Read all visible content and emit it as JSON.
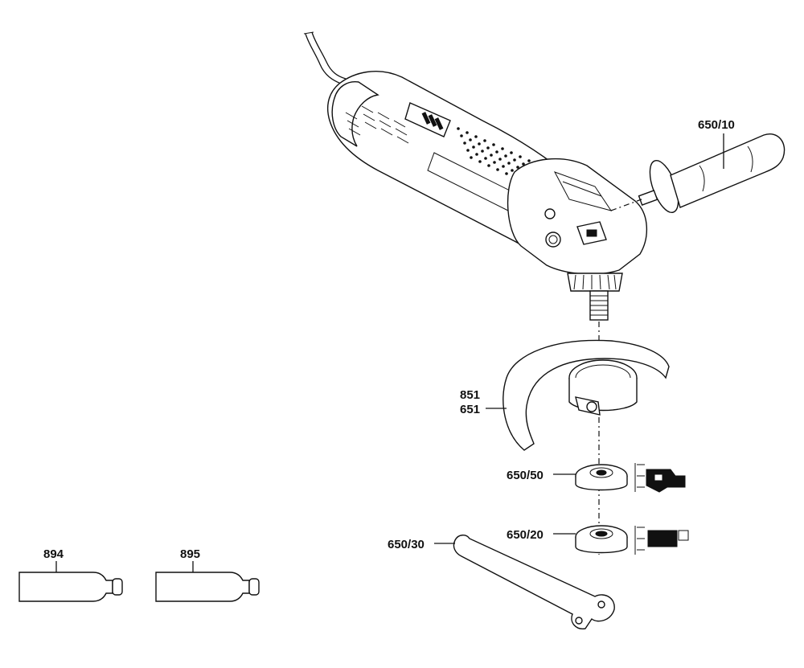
{
  "labels": {
    "handle": "650/10",
    "guard_top": "851",
    "guard_bottom": "651",
    "outer_nut": "650/50",
    "inner_flange": "650/20",
    "spanner": "650/30",
    "tube_left": "894",
    "tube_right": "895"
  },
  "icons": {
    "grinder": "angle-grinder-icon",
    "handle": "side-handle-icon",
    "guard": "wheel-guard-icon",
    "outer_nut": "clamping-nut-icon",
    "inner_flange": "mounting-flange-icon",
    "spanner": "pin-spanner-icon",
    "tube": "grease-tube-icon"
  }
}
